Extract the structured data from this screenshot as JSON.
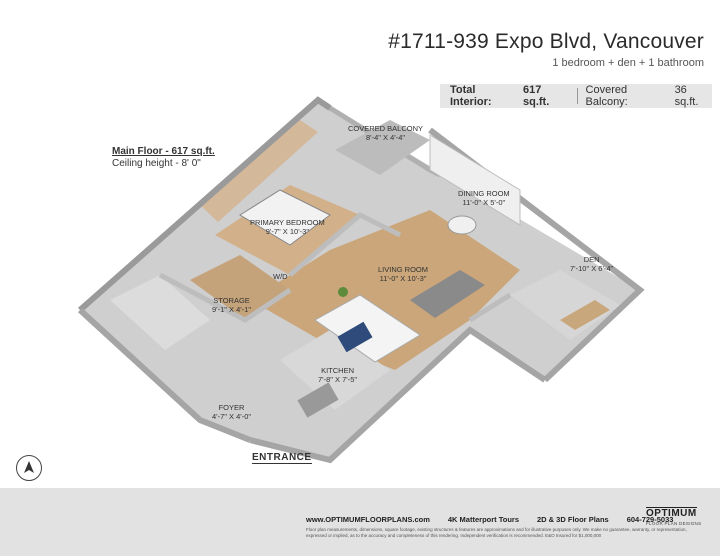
{
  "header": {
    "title": "#1711-939 Expo Blvd, Vancouver",
    "subtitle": "1 bedroom + den + 1 bathroom"
  },
  "area": {
    "interior_label": "Total Interior:",
    "interior_value": "617 sq.ft.",
    "balcony_label": "Covered Balcony:",
    "balcony_value": "36 sq.ft."
  },
  "floor_note": {
    "main_floor": "Main Floor - 617 sq.ft.",
    "ceiling": "Ceiling height - 8' 0\""
  },
  "rooms": {
    "balcony": {
      "name": "COVERED BALCONY",
      "dim": "8'-4\" X 4'-4\""
    },
    "bedroom": {
      "name": "PRIMARY BEDROOM",
      "dim": "9'-7\" X 10'-3\""
    },
    "dining": {
      "name": "DINING ROOM",
      "dim": "11'-0\" X 5'-0\""
    },
    "den": {
      "name": "DEN",
      "dim": "7'-10\" X 6'-4\""
    },
    "living": {
      "name": "LIVING ROOM",
      "dim": "11'-0\" X 10'-3\""
    },
    "storage": {
      "name": "STORAGE",
      "dim": "9'-1\" X 4'-1\""
    },
    "kitchen": {
      "name": "KITCHEN",
      "dim": "7'-8\" X 7'-5\""
    },
    "foyer": {
      "name": "FOYER",
      "dim": "4'-7\" X 4'-0\""
    },
    "wd": "W/D"
  },
  "entrance": "ENTRANCE",
  "footer": {
    "website": "www.OPTIMUMFLOORPLANS.com",
    "tours": "4K Matterport Tours",
    "plans": "2D & 3D Floor Plans",
    "phone": "604-729-5033",
    "disclaimer": "Floor plan measurements, dimensions, square footage, existing structures & features are approximations and for illustrative purposes only. We make no guarantee, warranty, or representation, expressed or implied, as to the accuracy and completeness of this rendering. Independent verification is recommended. E&O Insured for $1,000,000",
    "logo_main": "OPTIMUM",
    "logo_sub": "FLOOR PLAN DESIGNS"
  },
  "colors": {
    "wall": "#bdbdbd",
    "wall_dark": "#9a9a9a",
    "floor_wood": "#c9a77c",
    "tile": "#d9d9d9",
    "accent_wall": "#d4b89a"
  }
}
